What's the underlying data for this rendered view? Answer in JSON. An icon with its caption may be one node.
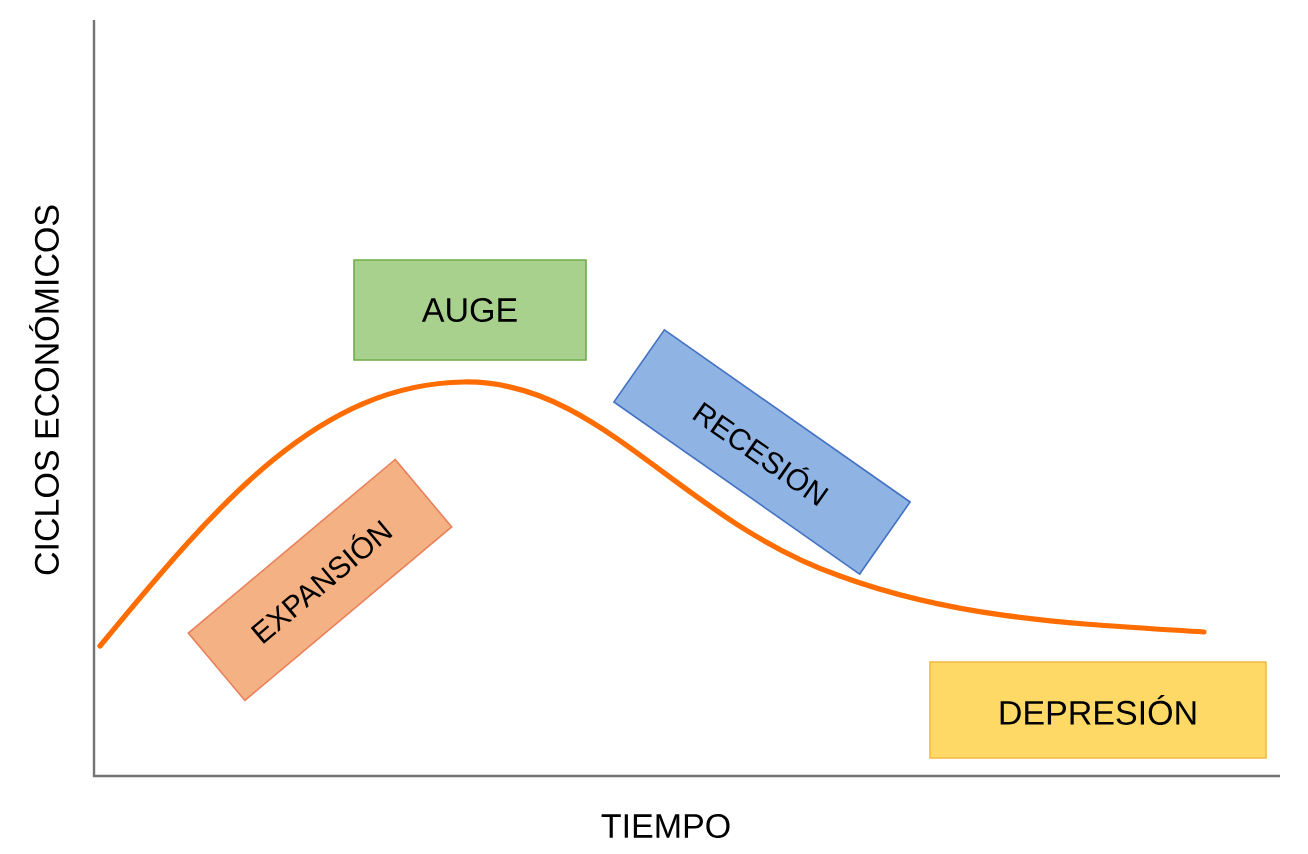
{
  "diagram": {
    "nodes": [
      {
        "text": [
          "AUGE"
        ]
      },
      {
        "text": [
          "EXPANSIÓN"
        ]
      },
      {
        "text": [
          "RECESIÓN"
        ]
      },
      {
        "text": [
          "DEPRESIÓN"
        ]
      }
    ],
    "labels": [
      "CICLOS ECONÓMICOS",
      "TIEMPO"
    ]
  }
}
